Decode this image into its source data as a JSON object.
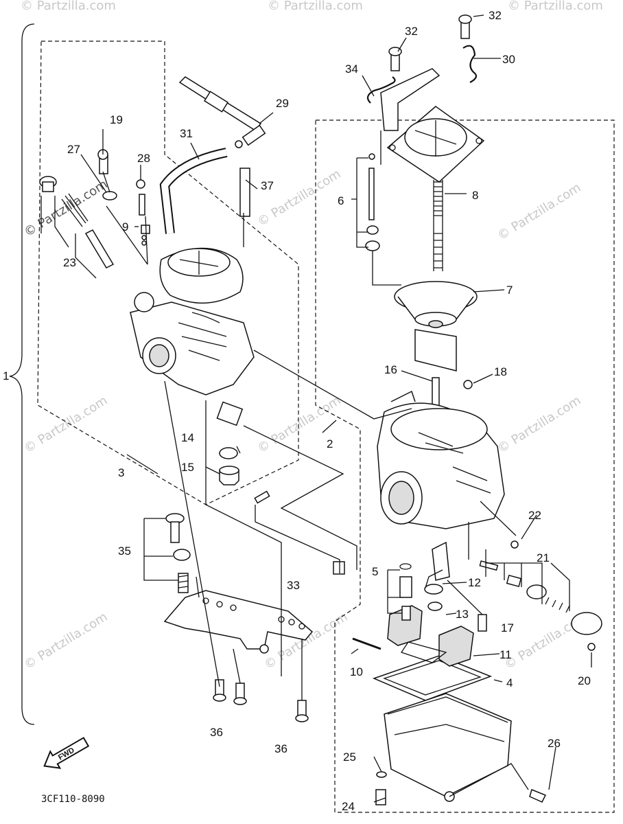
{
  "diagram": {
    "code": "3CF110-8090",
    "fwd_label": "FWD",
    "watermark": "© Partzilla.com",
    "labels": {
      "l1": "1",
      "l2": "2",
      "l3": "3",
      "l4": "4",
      "l5": "5",
      "l6": "6",
      "l7": "7",
      "l8": "8",
      "l9": "9",
      "l10": "10",
      "l11": "11",
      "l12": "12",
      "l13": "13",
      "l14": "14",
      "l15": "15",
      "l16": "16",
      "l17": "17",
      "l18": "18",
      "l19": "19",
      "l20": "20",
      "l21": "21",
      "l22": "22",
      "l23": "23",
      "l24": "24",
      "l25": "25",
      "l26": "26",
      "l27": "27",
      "l28": "28",
      "l29": "29",
      "l30": "30",
      "l31": "31",
      "l32a": "32",
      "l32b": "32",
      "l33": "33",
      "l34": "34",
      "l35": "35",
      "l36a": "36",
      "l36b": "36",
      "l37": "37"
    }
  }
}
